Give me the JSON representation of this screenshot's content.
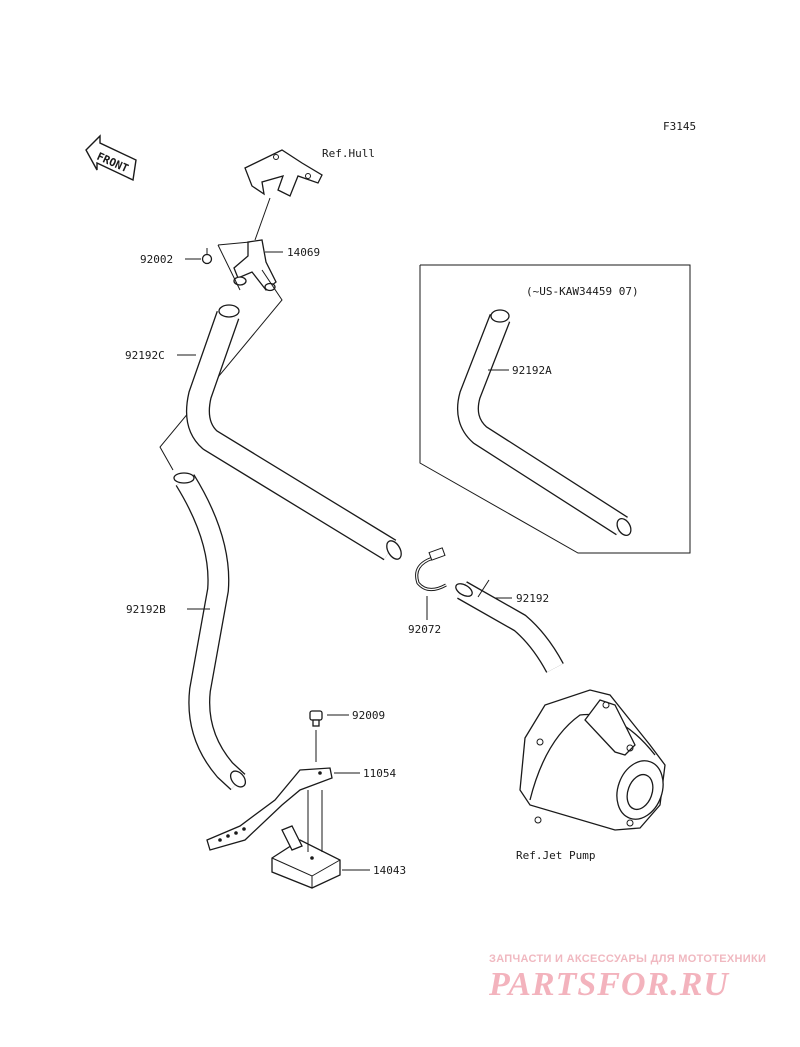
{
  "diagram_code": "F3145",
  "front_marker": "FRONT",
  "refs": {
    "hull": "Ref.Hull",
    "jet_pump": "Ref.Jet Pump"
  },
  "inset_note": "(~US-KAW34459  07)",
  "parts": {
    "p92002": "92002",
    "p14069": "14069",
    "p92192c": "92192C",
    "p92192a": "92192A",
    "p92192b": "92192B",
    "p92072": "92072",
    "p92192": "92192",
    "p92009": "92009",
    "p11054": "11054",
    "p14043": "14043"
  },
  "watermark": {
    "tagline": "ЗАПЧАСТИ И АКСЕССУАРЫ ДЛЯ МОТОТЕХНИКИ",
    "logo": "PARTSFOR.RU"
  },
  "colors": {
    "line": "#1a1a1a",
    "watermark": "#f3b3bd"
  }
}
